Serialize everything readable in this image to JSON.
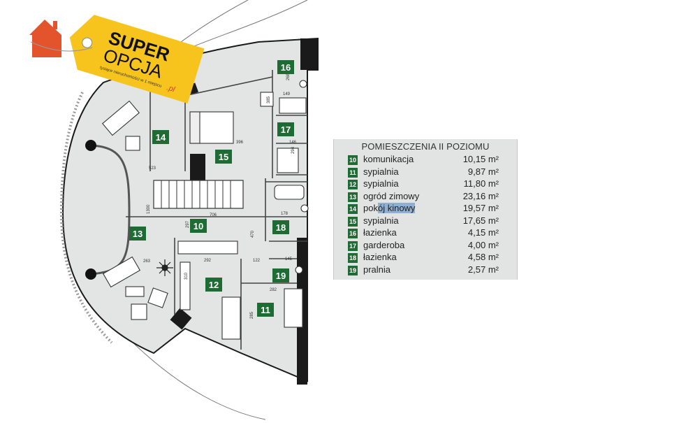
{
  "logo": {
    "super": "SUPER",
    "opcja": "OPCJA",
    "tagline": "tysiące nieruchomości w 1 miejscu",
    "domain": ".pl"
  },
  "rooms_on_plan": [
    {
      "num": "10"
    },
    {
      "num": "11"
    },
    {
      "num": "12"
    },
    {
      "num": "13"
    },
    {
      "num": "14"
    },
    {
      "num": "15"
    },
    {
      "num": "16"
    },
    {
      "num": "17"
    },
    {
      "num": "18"
    },
    {
      "num": "19"
    }
  ],
  "dimensions": [
    "268",
    "149",
    "385",
    "396",
    "146",
    "294",
    "523",
    "1300",
    "706",
    "297",
    "178",
    "470",
    "263",
    "292",
    "122",
    "145",
    "310",
    "282",
    "285"
  ],
  "legend": {
    "title": "POMIESZCZENIA II POZIOMU",
    "rows": [
      {
        "num": "10",
        "name": "komunikacja",
        "area": "10,15 m²"
      },
      {
        "num": "11",
        "name": "sypialnia",
        "area": "9,87 m²"
      },
      {
        "num": "12",
        "name": "sypialnia",
        "area": "11,80 m²"
      },
      {
        "num": "13",
        "name": "ogród zimowy",
        "area": "23,16 m²"
      },
      {
        "num": "14",
        "name_pre": "pok",
        "name_hl": "ój kinowy",
        "area": "19,57 m²"
      },
      {
        "num": "15",
        "name": "sypialnia",
        "area": "17,65 m²"
      },
      {
        "num": "16",
        "name": "łazienka",
        "area": "4,15 m²"
      },
      {
        "num": "17",
        "name": "garderoba",
        "area": "4,00 m²"
      },
      {
        "num": "18",
        "name": "łazienka",
        "area": "4,58 m²"
      },
      {
        "num": "19",
        "name": "pralnia",
        "area": "2,57 m²"
      }
    ]
  },
  "colors": {
    "room_badge": "#1e6b33",
    "floor": "#e3e4e4",
    "wall": "#1a1a1a",
    "logo_tag": "#f6c41d",
    "logo_house": "#e4542c",
    "highlight": "#8fb0d2"
  }
}
